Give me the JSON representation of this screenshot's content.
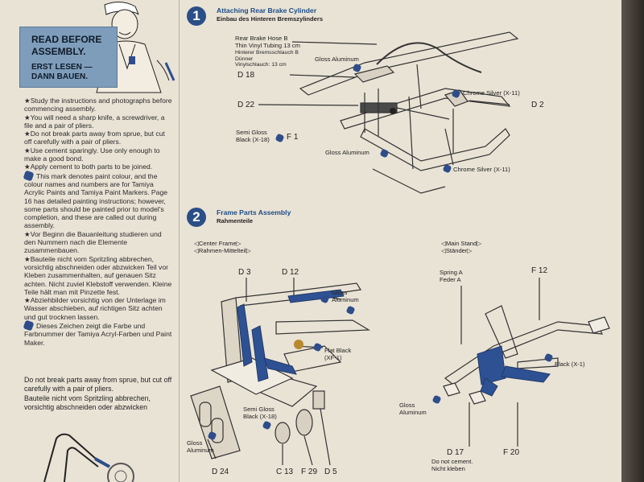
{
  "read_box": {
    "en_line1": "READ BEFORE",
    "en_line2": "ASSEMBLY.",
    "de_line1": "ERST LESEN —",
    "de_line2": "DANN BAUEN."
  },
  "instructions": [
    "★Study the instructions and photographs before commencing assembly.",
    "★You will need a sharp knife, a screwdriver, a file and a pair of pliers.",
    "★Do not break parts away from sprue, but cut off carefully with a pair of pliers.",
    "★Use cement sparingly. Use only enough to make a good bond.",
    "★Apply cement to both parts to be joined."
  ],
  "paint_note": "This mark denotes paint colour, and the colour names and numbers are for Tamiya Acrylic Paints and Tamiya Paint Markers. Page 16 has detailed painting instructions; however, some parts should be painted prior to model's completion, and these are called out during assembly.",
  "german": [
    "★Vor Beginn die Bauanleitung studieren und den Nummern nach die Elemente zusammenbauen.",
    "★Bauteile nicht vom Spritzling abbrechen, vorsichtig abschneiden oder abzwicken Teil vor Kleben zusammenhalten, auf genauen Sitz achten. Nicht zuviel Klebstoff verwenden. Kleine Teile hält man mit Pinzette fest.",
    "★Abziehbilder vorsichtig von der Unterlage im Wasser abschieben, auf richtigen Sitz achten und gut trocknen lassen."
  ],
  "paint_note_de": "Dieses Zeichen zeigt die Farbe und Farbnummer der Tamiya Acryl-Farben und Paint Maker.",
  "warning_en": "Do not break parts away from sprue, but cut off carefully with a pair of pliers.",
  "warning_de": "Bauteile nicht vom Spritzling abbrechen, vorsichtig abschneiden oder abzwicken",
  "step1": {
    "number": "1",
    "title": "Attaching Rear Brake Cylinder",
    "subtitle": "Einbau des Hinteren Bremszylinders",
    "hose_en1": "Rear Brake Hose B",
    "hose_en2": "Thin Vinyl Tubing 13 cm",
    "hose_de1": "Hinterer Bremsschlauch B",
    "hose_de2": "Dünner",
    "hose_de3": "Vinylschlauch: 13 cm",
    "gloss_alu_1": "Gloss Aluminum",
    "chrome_silver_1": "Chrome Silver (X-11)",
    "semi_gloss_1": "Semi Gloss",
    "semi_gloss_2": "Black (X-18)",
    "gloss_alu_2": "Gloss Aluminum",
    "chrome_silver_2": "Chrome Silver (X-11)",
    "d18": "D 18",
    "d22": "D 22",
    "d2": "D 2",
    "f1": "F 1"
  },
  "step2": {
    "number": "2",
    "title": "Frame Parts Assembly",
    "subtitle": "Rahmenteile",
    "center_frame": "◁Center Frame▷",
    "center_frame_de": "◁Rahmen-Mittelteil▷",
    "main_stand": "◁Main Stand▷",
    "main_stand_de": "◁Ständer▷",
    "d3": "D 3",
    "d12": "D 12",
    "gloss": "Gloss",
    "aluminum": "Aluminum",
    "flat_black": "Flat Black",
    "flat_black_code": "(XF-1)",
    "semi_gloss": "Semi Gloss",
    "semi_gloss_code": "Black (X-18)",
    "gloss_alu_left1": "Gloss",
    "gloss_alu_left2": "Aluminum",
    "d24": "D 24",
    "c13": "C 13",
    "f29": "F 29",
    "d5": "D 5",
    "spring": "Spring A",
    "spring_de": "Feder A",
    "f12": "F 12",
    "black_x1": "Black (X-1)",
    "gloss_alu_r1": "Gloss",
    "gloss_alu_r2": "Aluminum",
    "d17": "D 17",
    "no_cement": "Do not cement.",
    "no_cement_de": "Nicht kleben",
    "f20": "F 20"
  },
  "colors": {
    "accent_blue": "#2a4e86",
    "paper": "#e9e3d6",
    "box_blue": "#7e9dbb"
  }
}
